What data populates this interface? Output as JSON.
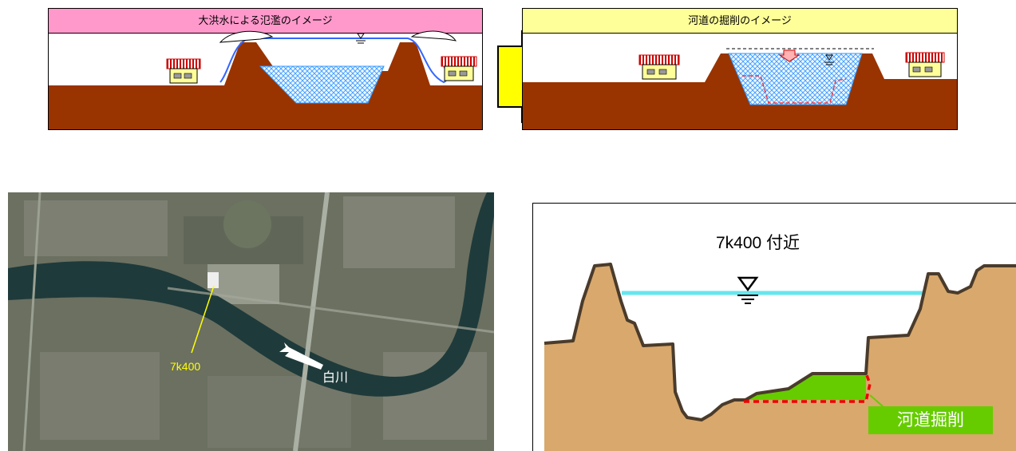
{
  "flood_panel": {
    "title": "大洪水による氾濫のイメージ"
  },
  "excavation_panel": {
    "title": "河道の掘削のイメージ"
  },
  "aerial_photo": {
    "label_point": "7k400",
    "label_river": "白川"
  },
  "cross_section": {
    "title": "7k400 付近",
    "legend": "河道掘削"
  },
  "colors": {
    "ground": "#993300",
    "water_hatch": "#3399ff",
    "house_roof": "#cc0000",
    "house_wall": "#ffff99",
    "arrow": "#ffff00",
    "section_soil": "#d9a86c",
    "section_water": "#66e6ee",
    "excavation": "#66cc00",
    "excavation_line": "#ff0000"
  },
  "icons": [
    "water-level-icon",
    "house-icon",
    "down-arrow-icon",
    "right-arrow-icon"
  ]
}
